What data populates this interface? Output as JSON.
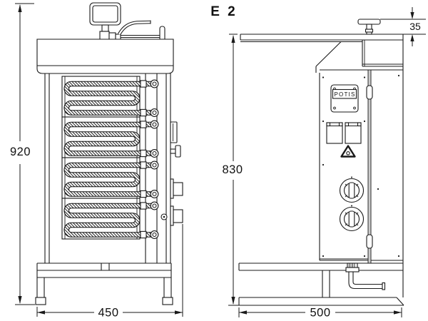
{
  "title": "E 2",
  "front_view": {
    "height_label": "920",
    "width_label": "450"
  },
  "side_view": {
    "height_label": "830",
    "width_label": "500",
    "handle_height_label": "35",
    "brand_plate_label": "POTIS"
  },
  "colors": {
    "line": "#1a1a1a",
    "background": "#ffffff"
  }
}
